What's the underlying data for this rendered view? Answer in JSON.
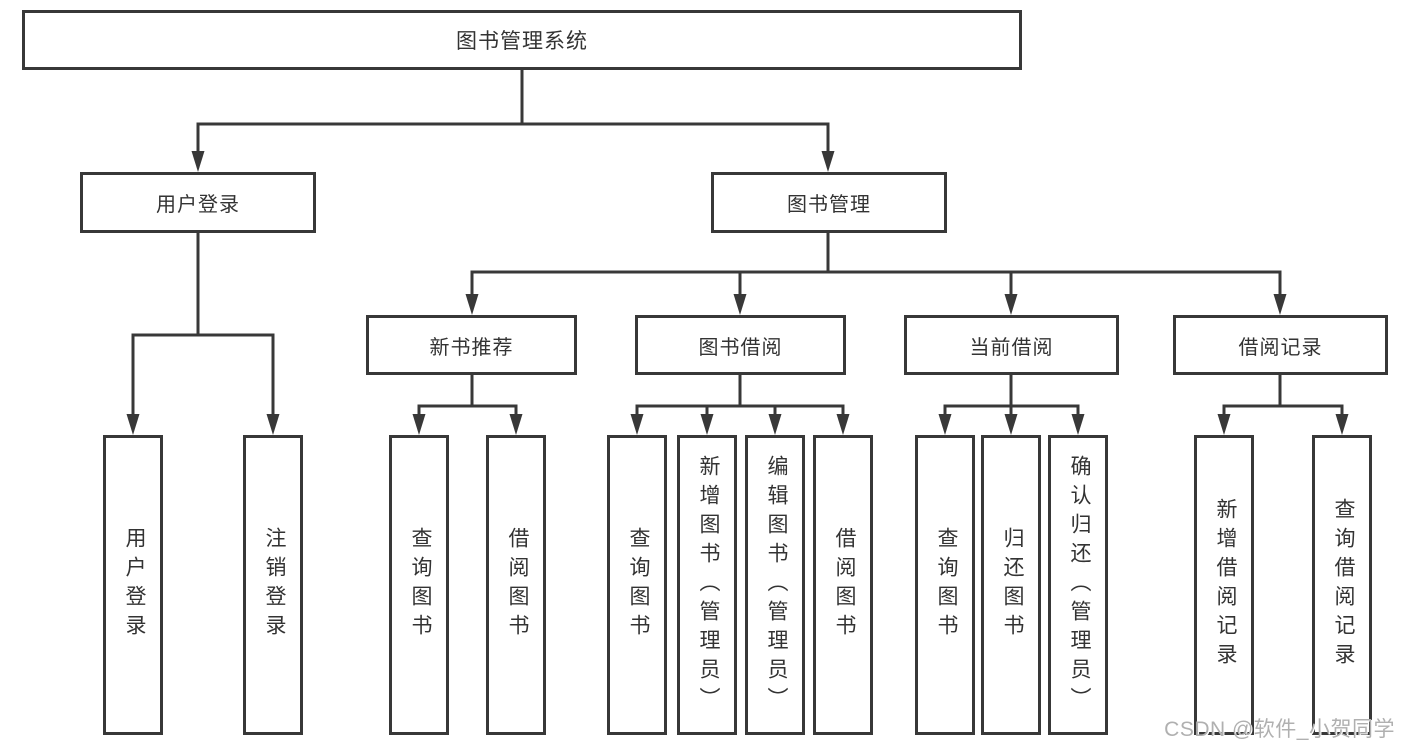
{
  "diagram": {
    "title": "图书管理系统",
    "level2": {
      "user_login": "用户登录",
      "book_management": "图书管理"
    },
    "level3": {
      "new_book": "新书推荐",
      "borrowing": "图书借阅",
      "current": "当前借阅",
      "records": "借阅记录"
    },
    "leaves": {
      "user_login": [
        "用户登录",
        "注销登录"
      ],
      "new_book": [
        "查询图书",
        "借阅图书"
      ],
      "borrowing": [
        "查询图书",
        "新增图书（管理员）",
        "编辑图书（管理员）",
        "借阅图书"
      ],
      "current": [
        "查询图书",
        "归还图书",
        "确认归还（管理员）"
      ],
      "records": [
        "新增借阅记录",
        "查询借阅记录"
      ]
    }
  },
  "watermark": "CSDN @软件_小贺同学",
  "colors": {
    "line": "#383838",
    "text": "#333333",
    "watermark": "#b0b0b0",
    "background": "#ffffff"
  }
}
